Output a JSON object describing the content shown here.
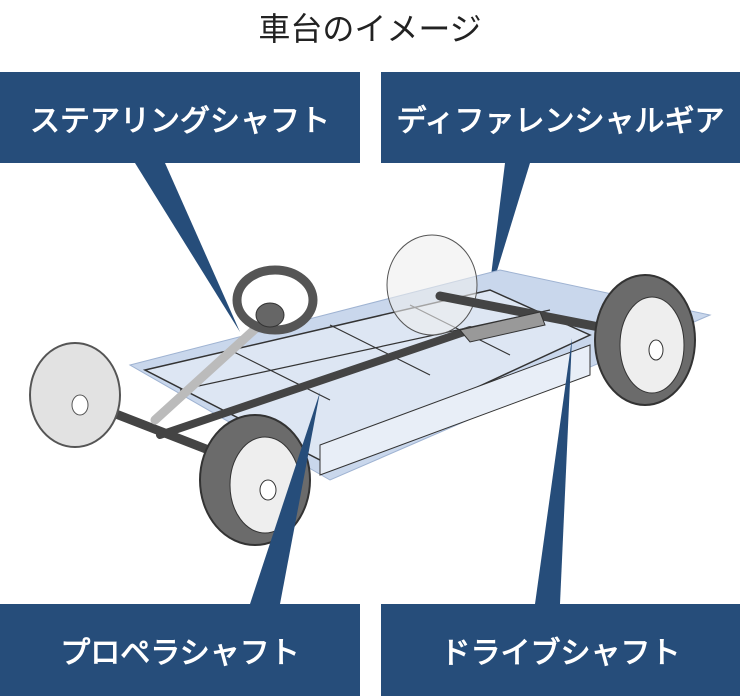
{
  "title": "車台のイメージ",
  "labels": {
    "steering_shaft": "ステアリングシャフト",
    "differential_gear": "ディファレンシャルギア",
    "propeller_shaft": "プロペラシャフト",
    "drive_shaft": "ドライブシャフト"
  },
  "colors": {
    "label_bg": "#264d7a",
    "chassis": "#c9d7ec",
    "wheel": "#6b6b6b"
  }
}
